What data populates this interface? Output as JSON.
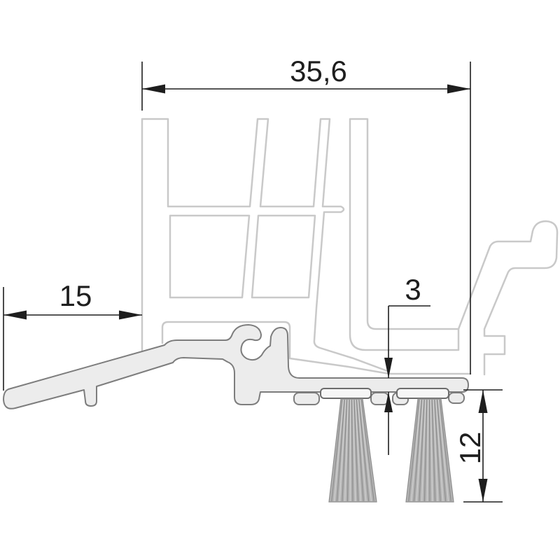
{
  "dimensions": {
    "width": "35,6",
    "overhang": "15",
    "gap": "3",
    "brush": "12"
  },
  "colors": {
    "dimension_line": "#1e1e1e",
    "frame_line": "#c9c9c9",
    "profile_outline": "#7d7d7d",
    "profile_fill": "#ececec",
    "brush_fill": "#b3b3b3",
    "brush_line": "#8e8e8e"
  }
}
